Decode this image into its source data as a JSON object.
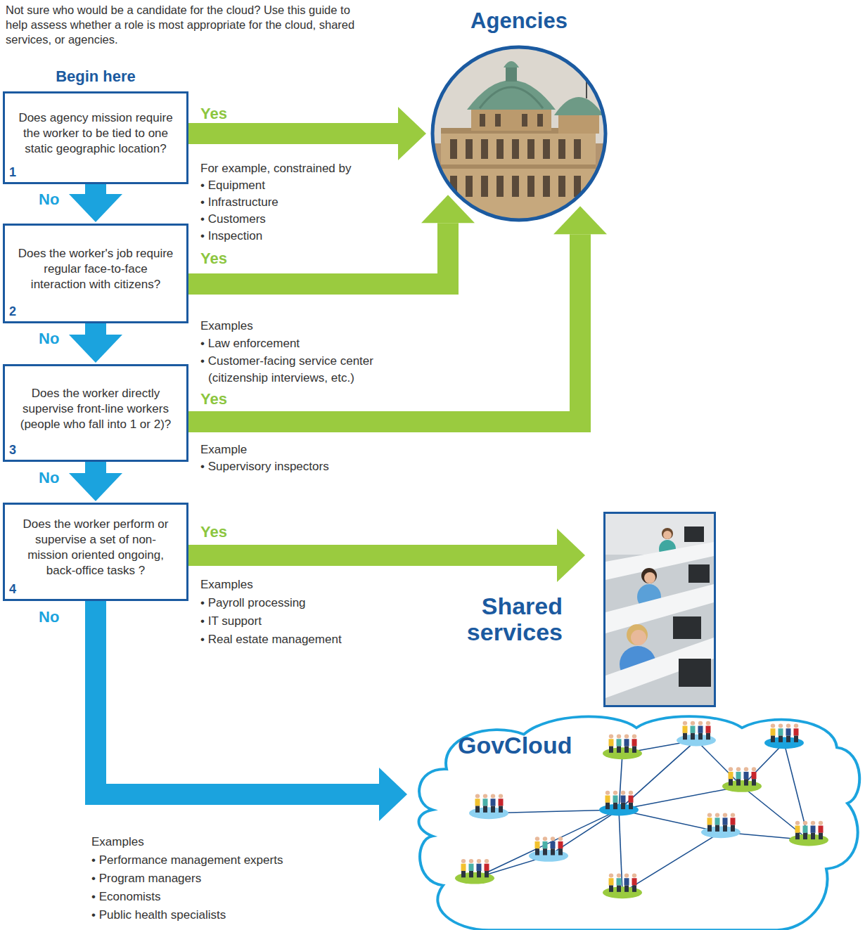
{
  "diagram": {
    "nodes": [
      {
        "text": [
          "Does agency mission require the worker to be tied to one static geographic location?",
          "1"
        ]
      },
      {
        "text": [
          "Does the worker's job require regular face-to-face interaction with citizens?",
          "2"
        ]
      },
      {
        "text": [
          "Does the worker directly supervise front-line workers (people who fall into 1 or 2)?",
          "3"
        ]
      },
      {
        "text": [
          "Does the worker perform or supervise a set of non-mission oriented ongoing, back-office tasks ?",
          "4"
        ]
      },
      {
        "text": [
          "Agencies"
        ]
      },
      {
        "text": [
          "Shared services"
        ]
      },
      {
        "text": [
          "GovCloud"
        ]
      }
    ],
    "edges": [
      {
        "from": 0,
        "to": 4,
        "label": "Yes",
        "arrow": "to"
      },
      {
        "from": 0,
        "to": 1,
        "label": "No",
        "arrow": "to"
      },
      {
        "from": 1,
        "to": 4,
        "label": "Yes",
        "arrow": "to"
      },
      {
        "from": 1,
        "to": 2,
        "label": "No",
        "arrow": "to"
      },
      {
        "from": 2,
        "to": 4,
        "label": "Yes",
        "arrow": "to"
      },
      {
        "from": 2,
        "to": 3,
        "label": "No",
        "arrow": "to"
      },
      {
        "from": 3,
        "to": 5,
        "label": "Yes",
        "arrow": "to"
      },
      {
        "from": 3,
        "to": 6,
        "label": "No",
        "arrow": "to"
      }
    ],
    "labels": [
      "Not sure who would be a candidate for the cloud? Use this guide to help assess whether a role is most appropriate for the cloud, shared services, or agencies.",
      "Begin here",
      "For example, constrained by",
      "• Equipment",
      "• Infrastructure",
      "• Customers",
      "• Inspection",
      "Examples",
      "• Law enforcement",
      "• Customer-facing service center (citizenship interviews, etc.)",
      "Example",
      "• Supervisory inspectors",
      "Examples",
      "• Payroll processing",
      "• IT support",
      "• Real estate management",
      "Examples",
      "• Performance management experts",
      "• Program managers",
      "• Economists",
      "• Public health specialists"
    ]
  }
}
